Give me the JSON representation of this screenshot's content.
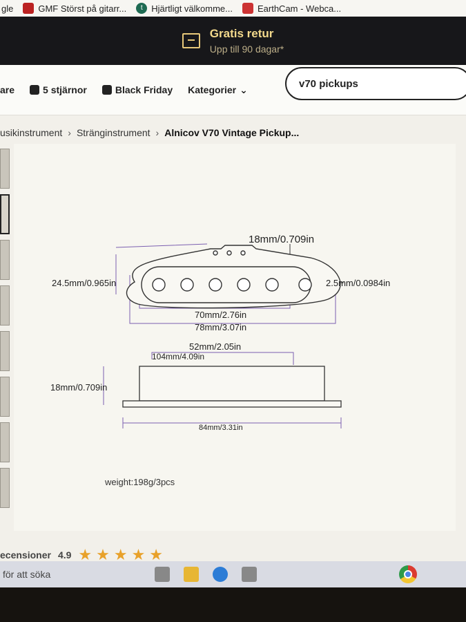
{
  "bookmarks": [
    {
      "label": "gle",
      "icon": "google-icon"
    },
    {
      "label": "GMF Störst på gitarr...",
      "icon": "gmf-icon"
    },
    {
      "label": "Hjärtligt välkomme...",
      "icon": "t-icon"
    },
    {
      "label": "EarthCam - Webca...",
      "icon": "earthcam-icon"
    }
  ],
  "promo": {
    "title": "Gratis retur",
    "subtitle": "Upp till 90 dagar*"
  },
  "nav": {
    "items": [
      {
        "label": "are"
      },
      {
        "label": "5 stjärnor"
      },
      {
        "label": "Black Friday"
      },
      {
        "label": "Kategorier"
      }
    ],
    "search_value": "v70 pickups"
  },
  "breadcrumb": {
    "items": [
      "usikinstrument",
      "Stränginstrument",
      "Alnicov V70 Vintage Pickup..."
    ]
  },
  "diagram": {
    "dim_height_top": "18mm/0.709in",
    "dim_width_left": "24.5mm/0.965in",
    "dim_right": "2.5mm/0.0984in",
    "dim_pole_span": "70mm/2.76in",
    "dim_base_width": "78mm/3.07in",
    "dim_inner": "52mm/2.05in",
    "dim_top_len": "104mm/4.09in",
    "dim_height_side": "18mm/0.709in",
    "dim_total": "84mm/3.31in",
    "weight": "weight:198g/3pcs"
  },
  "reviews": {
    "label": "ecensioner",
    "rating": "4.9",
    "stars": "★★★★★"
  },
  "taskbar": {
    "search": "för att söka"
  }
}
